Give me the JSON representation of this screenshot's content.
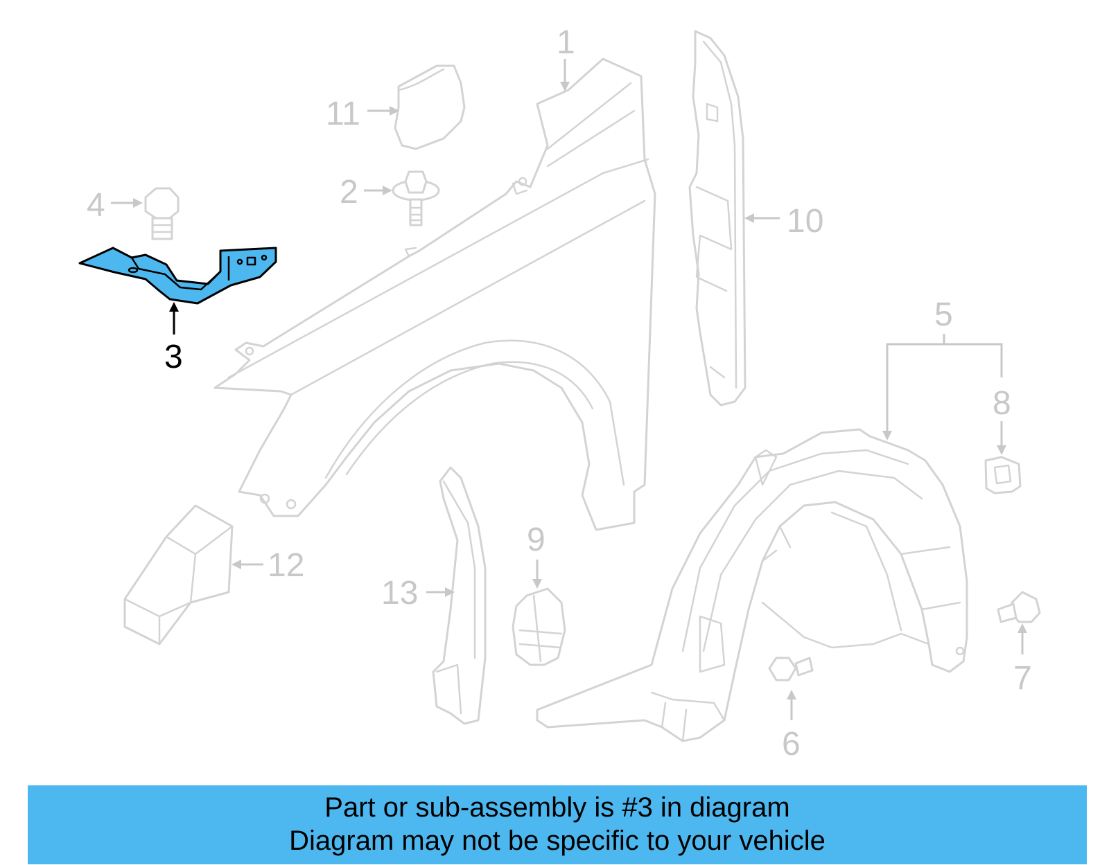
{
  "callouts": {
    "c1": "1",
    "c2": "2",
    "c3": "3",
    "c4": "4",
    "c5": "5",
    "c6": "6",
    "c7": "7",
    "c8": "8",
    "c9": "9",
    "c10": "10",
    "c11": "11",
    "c12": "12",
    "c13": "13"
  },
  "highlight": {
    "part": "3",
    "color": "#4db8f0"
  },
  "banner": {
    "line1": "Part or sub-assembly is #3 in diagram",
    "line2": "Diagram may not be specific to your vehicle",
    "background": "#4db8f0"
  }
}
